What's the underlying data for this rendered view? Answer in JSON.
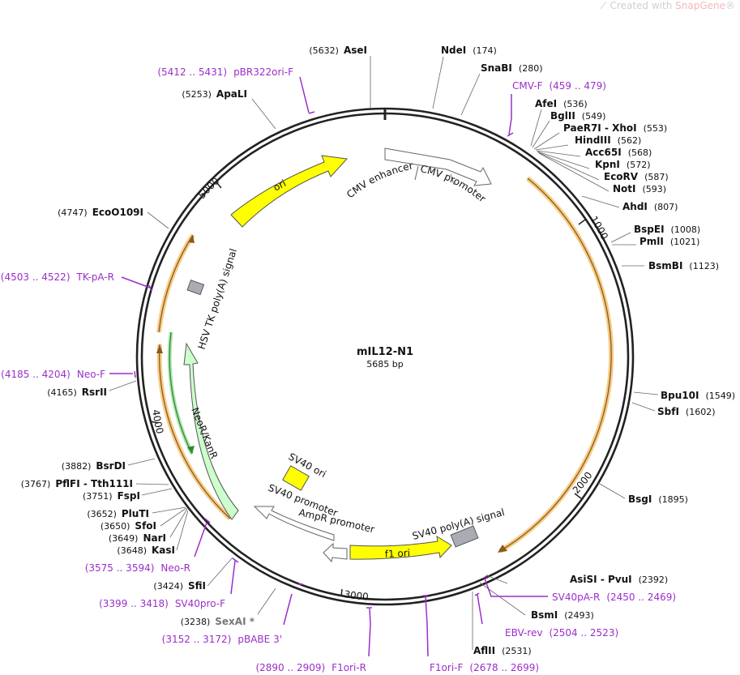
{
  "watermark": {
    "prefix": "Created with",
    "brand": "SnapGene",
    "mark": "®"
  },
  "plasmid": {
    "name": "mIL12-N1",
    "size_label": "5685 bp",
    "length": 5685
  },
  "ticks": [
    {
      "bp": 1000,
      "label": "1000"
    },
    {
      "bp": 2000,
      "label": "2000"
    },
    {
      "bp": 3000,
      "label": "3000"
    },
    {
      "bp": 4000,
      "label": "4000"
    },
    {
      "bp": 5000,
      "label": "5000"
    }
  ],
  "features": [
    {
      "name": "CMV enhancer",
      "label": "CMV enhancer",
      "color": "#ffffff"
    },
    {
      "name": "CMV promoter",
      "label": "CMV promoter",
      "color": "#ffffff"
    },
    {
      "name": "ori",
      "label": "ori",
      "color": "#ffff00"
    },
    {
      "name": "HSV TK poly(A) signal",
      "label": "HSV TK poly(A) signal",
      "color": "#999999"
    },
    {
      "name": "NeoR/KanR",
      "label": "NeoR/KanR",
      "color": "#ccffcc"
    },
    {
      "name": "SV40 ori",
      "label": "SV40 ori",
      "color": "#ffff00"
    },
    {
      "name": "SV40 promoter",
      "label": "SV40 promoter",
      "color": "#ffffff"
    },
    {
      "name": "AmpR promoter",
      "label": "AmpR promoter",
      "color": "#ffffff"
    },
    {
      "name": "f1 ori",
      "label": "f1 ori",
      "color": "#ffff00"
    },
    {
      "name": "SV40 poly(A) signal",
      "label": "SV40 poly(A) signal",
      "color": "#999999"
    }
  ],
  "sites": [
    {
      "name": "AseI",
      "pos": "(5632)"
    },
    {
      "name": "NdeI",
      "pos": "(174)"
    },
    {
      "name": "SnaBI",
      "pos": "(280)"
    },
    {
      "name": "AfeI",
      "pos": "(536)"
    },
    {
      "name": "BglII",
      "pos": "(549)"
    },
    {
      "name": "PaeR7I - XhoI",
      "pos": "(553)"
    },
    {
      "name": "HindIII",
      "pos": "(562)"
    },
    {
      "name": "Acc65I",
      "pos": "(568)"
    },
    {
      "name": "KpnI",
      "pos": "(572)"
    },
    {
      "name": "EcoRV",
      "pos": "(587)"
    },
    {
      "name": "NotI",
      "pos": "(593)"
    },
    {
      "name": "AhdI",
      "pos": "(807)"
    },
    {
      "name": "BspEI",
      "pos": "(1008)"
    },
    {
      "name": "PmlI",
      "pos": "(1021)"
    },
    {
      "name": "BsmBI",
      "pos": "(1123)"
    },
    {
      "name": "Bpu10I",
      "pos": "(1549)"
    },
    {
      "name": "SbfI",
      "pos": "(1602)"
    },
    {
      "name": "BsgI",
      "pos": "(1895)"
    },
    {
      "name": "AsiSI - PvuI",
      "pos": "(2392)"
    },
    {
      "name": "BsmI",
      "pos": "(2493)"
    },
    {
      "name": "AflII",
      "pos": "(2531)"
    },
    {
      "name": "SexAI *",
      "pos": "(3238)"
    },
    {
      "name": "SfiI",
      "pos": "(3424)"
    },
    {
      "name": "KasI",
      "pos": "(3648)"
    },
    {
      "name": "NarI",
      "pos": "(3649)"
    },
    {
      "name": "SfoI",
      "pos": "(3650)"
    },
    {
      "name": "PluTI",
      "pos": "(3652)"
    },
    {
      "name": "FspI",
      "pos": "(3751)"
    },
    {
      "name": "PflFI - Tth111I",
      "pos": "(3767)"
    },
    {
      "name": "BsrDI",
      "pos": "(3882)"
    },
    {
      "name": "RsrII",
      "pos": "(4165)"
    },
    {
      "name": "EcoO109I",
      "pos": "(4747)"
    },
    {
      "name": "ApaLI",
      "pos": "(5253)"
    }
  ],
  "primers": [
    {
      "name": "pBR322ori-F",
      "range": "(5412 .. 5431)"
    },
    {
      "name": "CMV-F",
      "range": "(459 .. 479)"
    },
    {
      "name": "TK-pA-R",
      "range": "(4503 .. 4522)"
    },
    {
      "name": "Neo-F",
      "range": "(4185 .. 4204)"
    },
    {
      "name": "Neo-R",
      "range": "(3575 .. 3594)"
    },
    {
      "name": "SV40pro-F",
      "range": "(3399 .. 3418)"
    },
    {
      "name": "pBABE 3'",
      "range": "(3152 .. 3172)"
    },
    {
      "name": "F1ori-R",
      "range": "(2890 .. 2909)"
    },
    {
      "name": "F1ori-F",
      "range": "(2678 .. 2699)"
    },
    {
      "name": "EBV-rev",
      "range": "(2504 .. 2523)"
    },
    {
      "name": "SV40pA-R",
      "range": "(2450 .. 2469)"
    }
  ],
  "colors": {
    "primer": "#9a2fc9",
    "backbone": "#222222",
    "orf_glow": "#f5c77a",
    "orf_line": "#8b5a1a",
    "neo_orf": "#2e8b2e"
  }
}
